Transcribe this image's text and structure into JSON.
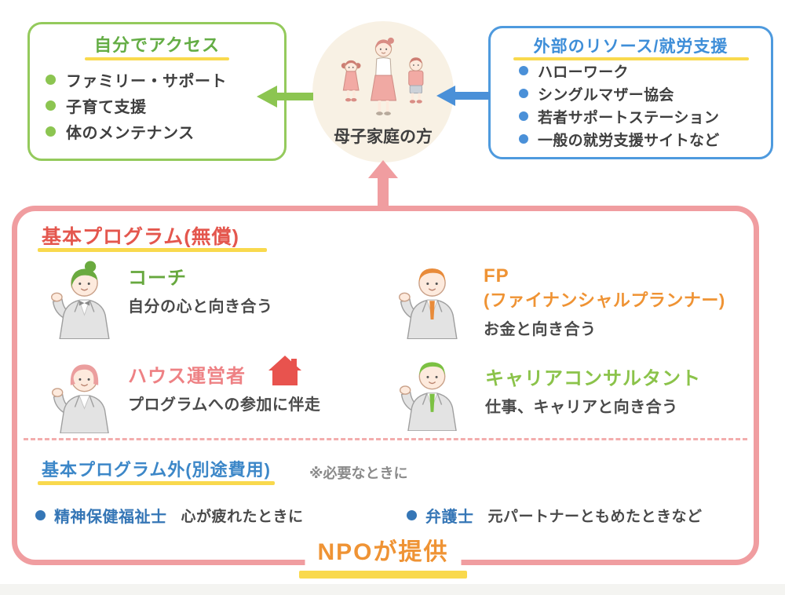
{
  "palette": {
    "green": "#8cc551",
    "green_text": "#67a83e",
    "light_green_text": "#8bc34a",
    "blue": "#4a90d8",
    "blue_dark": "#3576b6",
    "pink_border": "#f09da0",
    "red_title": "#e4574e",
    "salmon_text": "#ee8184",
    "orange": "#ef9334",
    "yellow_underline": "#f9d94d",
    "text_dark": "#3f3f3f",
    "circle_cream": "#f8f1e4",
    "house_red": "#e8534e"
  },
  "self_access_box": {
    "title": "自分でアクセス",
    "items": [
      "ファミリー・サポート",
      "子育て支援",
      "体のメンテナンス"
    ]
  },
  "external_box": {
    "title": "外部のリソース/就労支援",
    "items": [
      "ハローワーク",
      "シングルマザー協会",
      "若者サポートステーション",
      "一般の就労支援サイトなど"
    ]
  },
  "center": {
    "label": "母子家庭の方"
  },
  "program_box": {
    "title": "基本プログラム(無償)",
    "roles": [
      {
        "name": "コーチ",
        "desc": "自分の心と向き合う"
      },
      {
        "name": "FP",
        "name2": "(ファイナンシャルプランナー)",
        "desc": "お金と向き合う"
      },
      {
        "name": "ハウス運営者",
        "desc": "プログラムへの参加に伴走"
      },
      {
        "name": "キャリアコンサルタント",
        "desc": "仕事、キャリアと向き合う"
      }
    ],
    "extra": {
      "title": "基本プログラム外(別途費用)",
      "note": "※必要なときに",
      "items": [
        {
          "name": "精神保健福祉士",
          "desc": "心が疲れたときに"
        },
        {
          "name": "弁護士",
          "desc": "元パートナーともめたときなど"
        }
      ]
    },
    "footer": "NPOが提供"
  }
}
